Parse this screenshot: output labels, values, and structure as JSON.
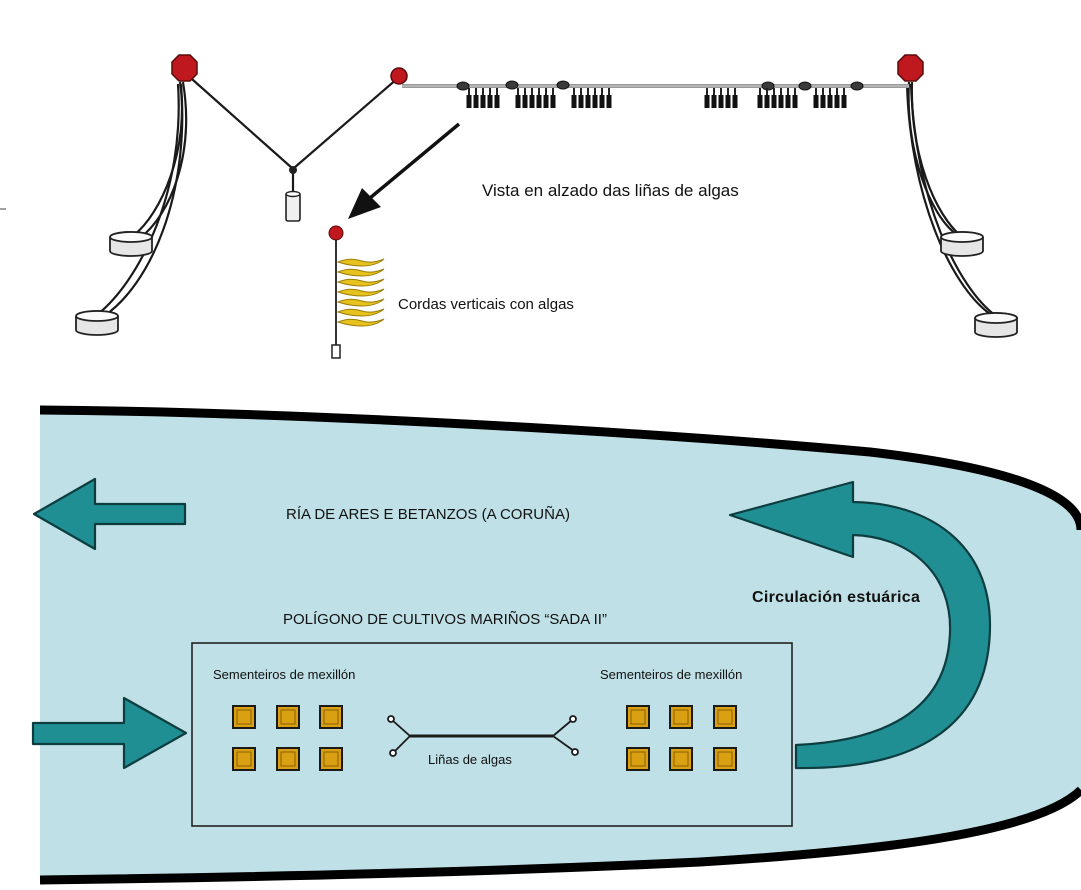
{
  "labels": {
    "elevation_view": "Vista en alzado das liñas de algas",
    "vertical_ropes": "Cordas verticais con algas",
    "ria": "RÍA DE ARES E BETANZOS (A CORUÑA)",
    "estuarine_circulation": "Circulación  estuárica",
    "polygon": "POLÍGONO DE CULTIVOS MARIÑOS “SADA II”",
    "mussel_seedbeds_left": "Sementeiros de mexillón",
    "mussel_seedbeds_right": "Sementeiros de mexillón",
    "algae_lines": "Liñas de algas"
  },
  "colors": {
    "water": "#bfe0e6",
    "arrow": "#1f8f94",
    "buoy": "#c0181f",
    "seedbed_fill": "#d9a012",
    "algae": "#e5c21e",
    "line": "#1a1a1a",
    "longline": "#9a9a9a"
  }
}
